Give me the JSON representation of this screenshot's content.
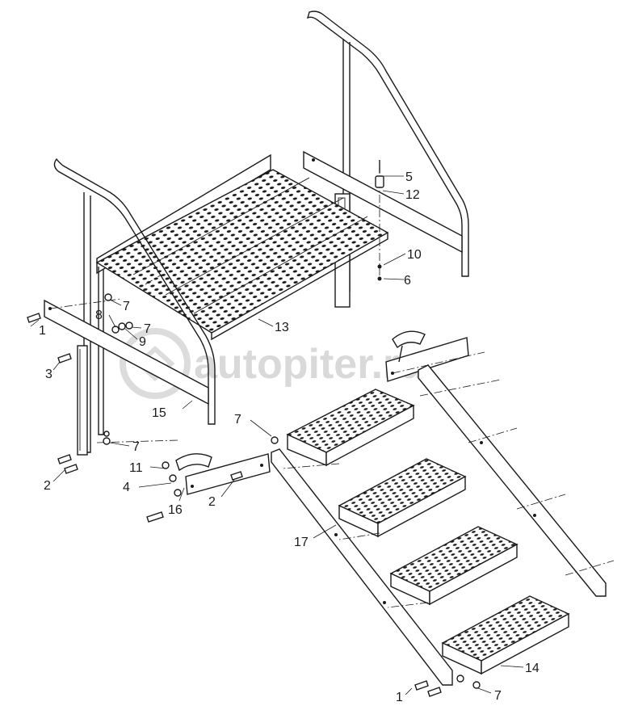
{
  "watermark": {
    "text": "autopiter.ru"
  },
  "callouts": {
    "c1_top": "1",
    "c1_bottom": "1",
    "c2_left": "2",
    "c2_mid": "2",
    "c3": "3",
    "c4": "4",
    "c5": "5",
    "c6": "6",
    "c7_a": "7",
    "c7_b": "7",
    "c7_c": "7",
    "c7_d": "7",
    "c7_e": "7",
    "c8": "8",
    "c9": "9",
    "c10": "10",
    "c11": "11",
    "c12": "12",
    "c13": "13",
    "c14": "14",
    "c15": "15",
    "c16": "16",
    "c17": "17"
  }
}
